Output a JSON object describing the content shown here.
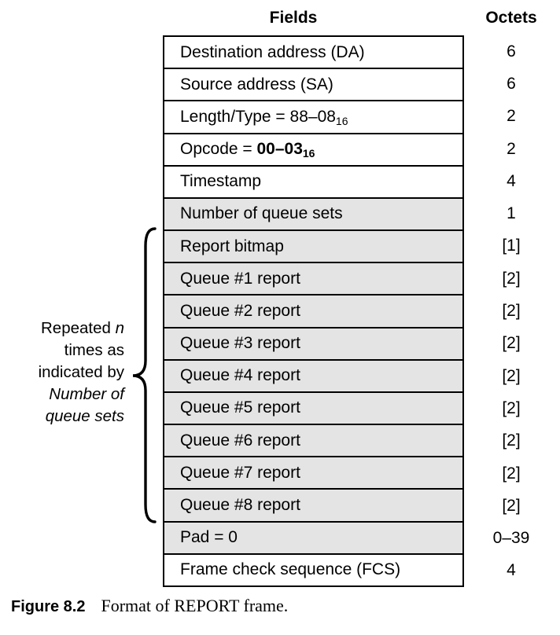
{
  "headers": {
    "fields": "Fields",
    "octets": "Octets"
  },
  "table": {
    "colors": {
      "shaded_row_bg": "#e4e4e4",
      "border": "#000000",
      "text": "#000000"
    },
    "rows": [
      {
        "label": "Destination address (DA)",
        "octets": "6",
        "shaded": false
      },
      {
        "label": "Source address (SA)",
        "octets": "6",
        "shaded": false
      },
      {
        "label": "Length/Type = 88–08",
        "sub": "16",
        "octets": "2",
        "shaded": false
      },
      {
        "label": "Opcode = ",
        "bold": "00–03",
        "bold_sub": "16",
        "octets": "2",
        "shaded": false
      },
      {
        "label": "Timestamp",
        "octets": "4",
        "shaded": false
      },
      {
        "label": "Number of queue sets",
        "octets": "1",
        "shaded": true
      },
      {
        "label": "Report bitmap",
        "octets": "[1]",
        "shaded": true
      },
      {
        "label": "Queue #1 report",
        "octets": "[2]",
        "shaded": true
      },
      {
        "label": "Queue #2 report",
        "octets": "[2]",
        "shaded": true
      },
      {
        "label": "Queue #3 report",
        "octets": "[2]",
        "shaded": true
      },
      {
        "label": "Queue #4 report",
        "octets": "[2]",
        "shaded": true
      },
      {
        "label": "Queue #5 report",
        "octets": "[2]",
        "shaded": true
      },
      {
        "label": "Queue #6 report",
        "octets": "[2]",
        "shaded": true
      },
      {
        "label": "Queue #7 report",
        "octets": "[2]",
        "shaded": true
      },
      {
        "label": "Queue #8 report",
        "octets": "[2]",
        "shaded": true
      },
      {
        "label": "Pad = 0",
        "octets": "0–39",
        "shaded": true
      },
      {
        "label": "Frame check sequence (FCS)",
        "octets": "4",
        "shaded": false
      }
    ]
  },
  "annotation": {
    "lines": [
      {
        "text": "Repeated ",
        "italic": "n"
      },
      {
        "text": "times as"
      },
      {
        "text": "indicated by"
      },
      {
        "italic": "Number of"
      },
      {
        "italic": "queue sets"
      }
    ],
    "brace_rows_spanned": "Report bitmap through Queue #8 report"
  },
  "caption": {
    "label": "Figure 8.2",
    "text": "Format of REPORT frame."
  }
}
